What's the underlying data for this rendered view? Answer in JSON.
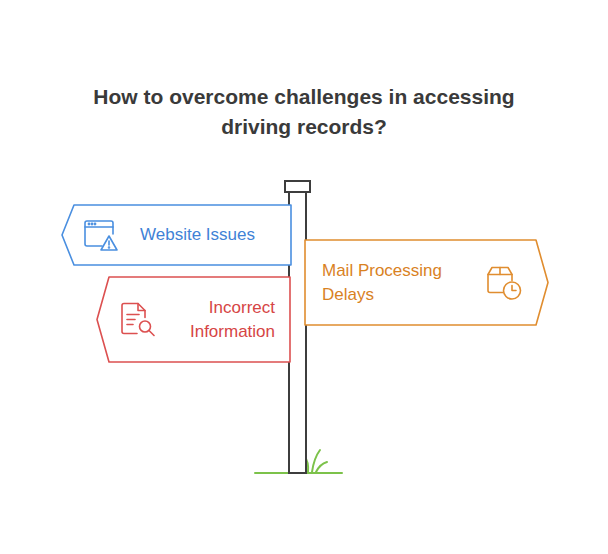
{
  "diagram": {
    "title": "How to overcome challenges in accessing driving records?",
    "nodes": [
      {
        "text": [
          "Website Issues"
        ]
      },
      {
        "text": [
          "Mail Processing Delays"
        ]
      },
      {
        "text": [
          "Incorrect Information"
        ]
      }
    ]
  }
}
